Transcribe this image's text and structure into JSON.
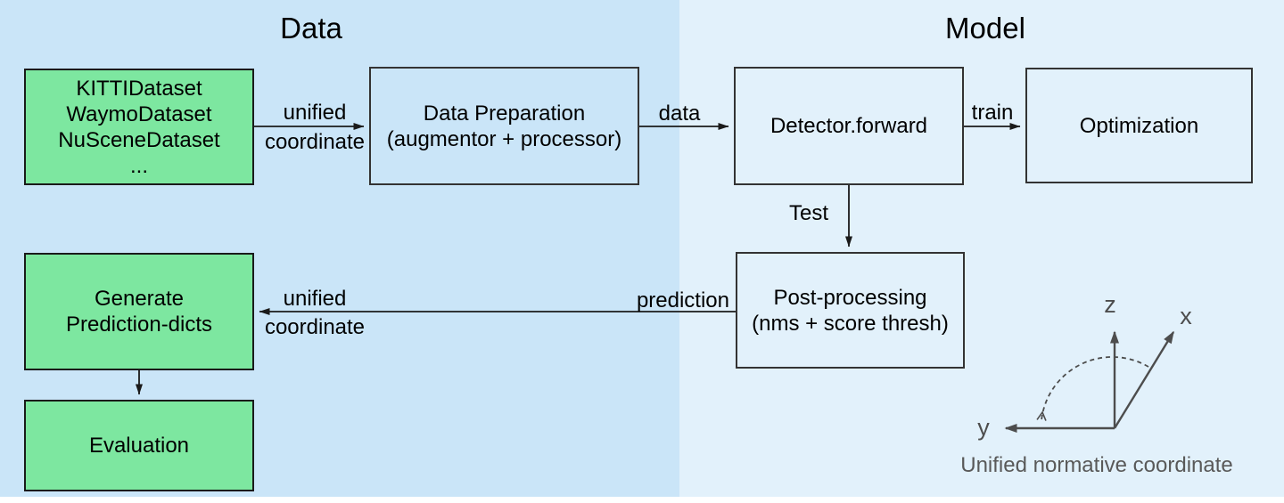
{
  "regions": {
    "data": {
      "title": "Data"
    },
    "model": {
      "title": "Model"
    }
  },
  "boxes": {
    "datasets": {
      "lines": [
        "KITTIDataset",
        "WaymoDataset",
        "NuSceneDataset",
        "..."
      ]
    },
    "data_preparation": {
      "lines": [
        "Data Preparation",
        "(augmentor + processor)"
      ]
    },
    "detector_forward": {
      "lines": [
        "Detector.forward"
      ]
    },
    "optimization": {
      "lines": [
        "Optimization"
      ]
    },
    "post_processing": {
      "lines": [
        "Post-processing",
        "(nms + score thresh)"
      ]
    },
    "generate_prediction": {
      "lines": [
        "Generate",
        "Prediction-dicts"
      ]
    },
    "evaluation": {
      "lines": [
        "Evaluation"
      ]
    }
  },
  "edges": {
    "datasets_to_preparation": {
      "line1": "unified",
      "line2": "coordinate"
    },
    "preparation_to_detector": {
      "label": "data"
    },
    "detector_to_optimization": {
      "label": "train"
    },
    "detector_to_postprocessing": {
      "label": "Test"
    },
    "postprocessing_to_generate": {
      "label": "prediction",
      "line1": "unified",
      "line2": "coordinate"
    }
  },
  "coordinate_frame": {
    "z_label": "z",
    "x_label": "x",
    "y_label": "y",
    "caption": "Unified normative coordinate"
  },
  "colors": {
    "data_bg": "#cae5f8",
    "model_bg": "#e2f1fb",
    "green_fill": "#7de7a0",
    "green_border": "#1a1a1a",
    "box_border": "#333333",
    "arrow": "#1a1a1a",
    "axes": "#4d4d4d",
    "caption": "#595959"
  }
}
